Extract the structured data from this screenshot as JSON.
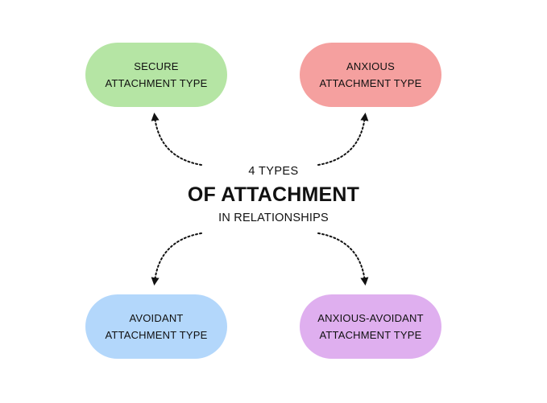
{
  "center": {
    "line1": "4 TYPES",
    "line2": "OF ATTACHMENT",
    "line3": "IN RELATIONSHIPS"
  },
  "types": [
    {
      "line1": "SECURE",
      "line2": "ATTACHMENT TYPE",
      "color": "#b5e5a4"
    },
    {
      "line1": "ANXIOUS",
      "line2": "ATTACHMENT TYPE",
      "color": "#f5a09f"
    },
    {
      "line1": "AVOIDANT",
      "line2": "ATTACHMENT TYPE",
      "color": "#b3d7fb"
    },
    {
      "line1": "ANXIOUS-AVOIDANT",
      "line2": "ATTACHMENT TYPE",
      "color": "#dfafef"
    }
  ],
  "arrow_color": "#111111"
}
